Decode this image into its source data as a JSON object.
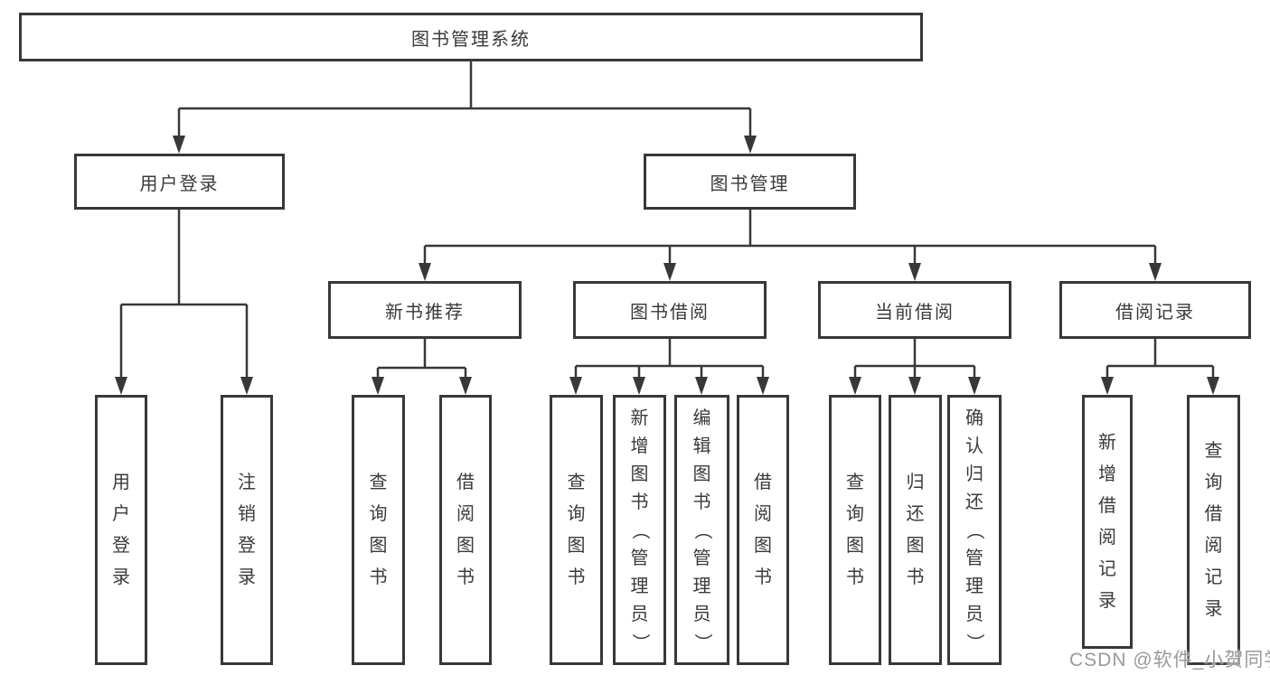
{
  "diagram": {
    "root": {
      "label": "图书管理系统"
    },
    "level2": [
      {
        "label": "用户登录"
      },
      {
        "label": "图书管理"
      }
    ],
    "level3": [
      {
        "label": "新书推荐"
      },
      {
        "label": "图书借阅"
      },
      {
        "label": "当前借阅"
      },
      {
        "label": "借阅记录"
      }
    ],
    "leaves": {
      "user_login": [
        "用户登录",
        "注销登录"
      ],
      "new_book": [
        "查询图书",
        "借阅图书"
      ],
      "borrow": [
        "查询图书",
        "新增图书（管理员）",
        "编辑图书（管理员）",
        "借阅图书"
      ],
      "current": [
        "查询图书",
        "归还图书",
        "确认归还（管理员）"
      ],
      "records": [
        "新增借阅记录",
        "查询借阅记录"
      ]
    }
  },
  "watermark": "CSDN @软件_小贺同学",
  "colors": {
    "line": "#383838",
    "text": "#3a3a3a",
    "watermark": "#9a9a9a",
    "background": "#ffffff"
  }
}
